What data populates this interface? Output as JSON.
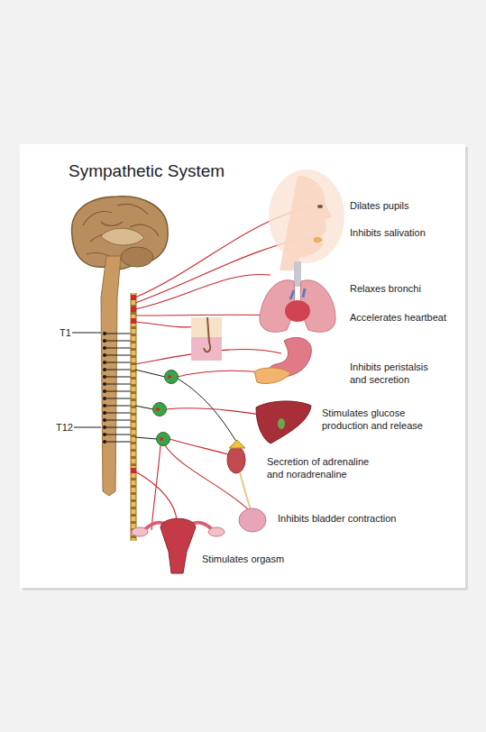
{
  "diagram": {
    "title": "Sympathetic System",
    "labels": [
      "Dilates pupils",
      "Inhibits salivation",
      "Relaxes bronchi",
      "Accelerates heartbeat",
      "T1",
      "Inhibits peristalsis and secretion",
      "Stimulates glucose production and release",
      "T12",
      "Secretion of adrenaline and noradrenaline",
      "Inhibits bladder contraction",
      "Stimulates orgasm"
    ]
  }
}
